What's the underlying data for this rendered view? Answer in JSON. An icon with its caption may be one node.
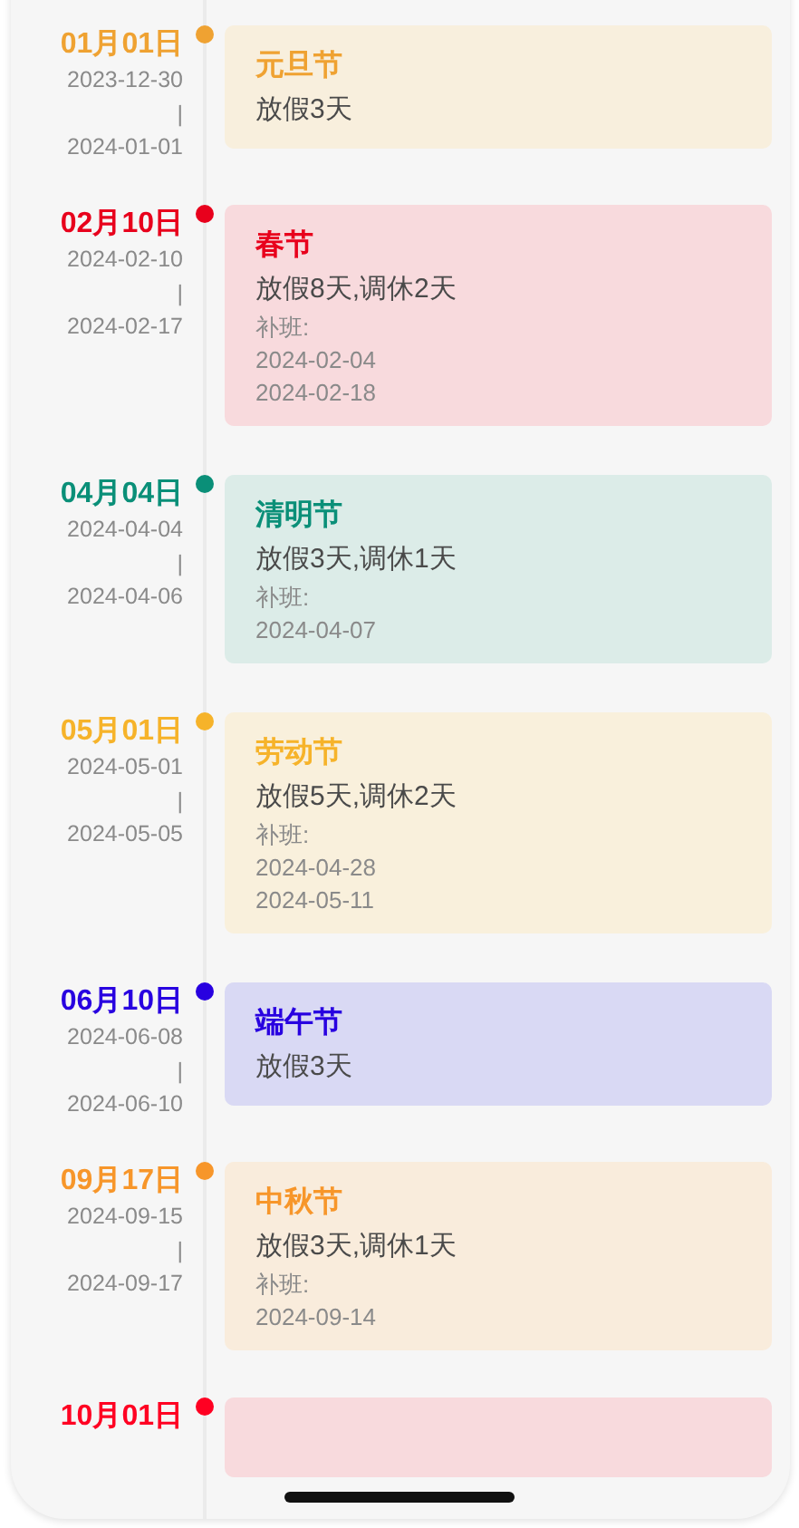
{
  "diagram": {
    "nodes": [
      {
        "text": [
          "元旦节",
          "放假3天"
        ],
        "beside": [
          "01月01日",
          "2023-12-30",
          "|",
          "2024-01-01"
        ]
      },
      {
        "text": [
          "春节",
          "放假8天,调休2天",
          "补班:",
          "2024-02-04",
          "2024-02-18"
        ],
        "beside": [
          "02月10日",
          "2024-02-10",
          "|",
          "2024-02-17"
        ]
      },
      {
        "text": [
          "清明节",
          "放假3天,调休1天",
          "补班:",
          "2024-04-07"
        ],
        "beside": [
          "04月04日",
          "2024-04-04",
          "|",
          "2024-04-06"
        ]
      },
      {
        "text": [
          "劳动节",
          "放假5天,调休2天",
          "补班:",
          "2024-04-28",
          "2024-05-11"
        ],
        "beside": [
          "05月01日",
          "2024-05-01",
          "|",
          "2024-05-05"
        ]
      },
      {
        "text": [
          "端午节",
          "放假3天"
        ],
        "beside": [
          "06月10日",
          "2024-06-08",
          "|",
          "2024-06-10"
        ]
      },
      {
        "text": [
          "中秋节",
          "放假3天,调休1天",
          "补班:",
          "2024-09-14"
        ],
        "beside": [
          "09月17日",
          "2024-09-15",
          "|",
          "2024-09-17"
        ]
      },
      {
        "text": [],
        "shape": "box",
        "beside": [
          "10月01日"
        ]
      }
    ]
  }
}
